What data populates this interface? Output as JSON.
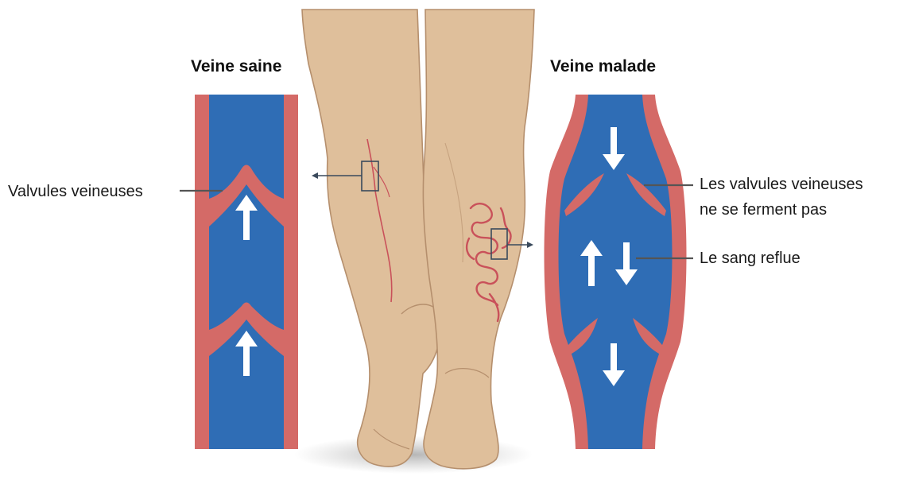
{
  "titles": {
    "healthy": "Veine saine",
    "diseased": "Veine malade"
  },
  "labels": {
    "valves": "Valvules veineuses",
    "valves_not_closing_line1": "Les valvules veineuses",
    "valves_not_closing_line2": "ne se ferment pas",
    "reflux": "Le sang reflue"
  },
  "colors": {
    "vein_wall": "#d46a67",
    "blood": "#2f6db5",
    "skin": "#dfbf9b",
    "skin_outline": "#b58f6d",
    "varicose": "#c9515a",
    "arrow": "#ffffff",
    "pointer": "#3a4a5c"
  },
  "icons": [
    "up-arrow-icon",
    "down-arrow-icon",
    "pointer-arrow-icon",
    "zoom-box-icon"
  ]
}
